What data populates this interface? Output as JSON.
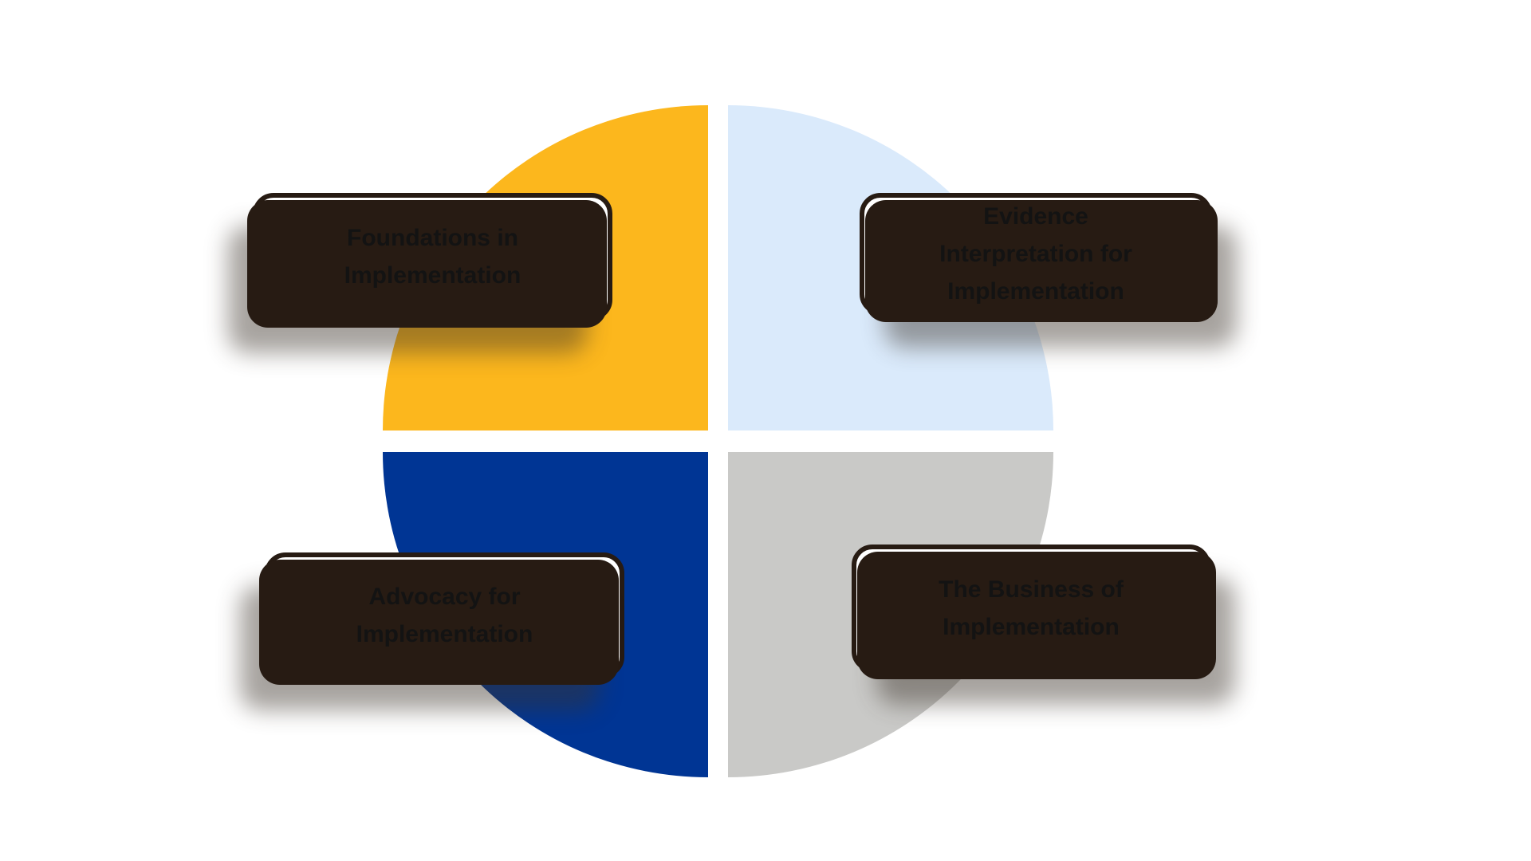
{
  "colors": {
    "background": "#ffffff",
    "card_background": "#ffffff",
    "card_border": "#271b13",
    "text": "#131313",
    "quadrant_top_left": "#fcb71d",
    "quadrant_top_right": "#daeafb",
    "quadrant_bottom_left": "#003594",
    "quadrant_bottom_right": "#c9c9c7"
  },
  "quadrants": [
    {
      "id": "top-left",
      "color": "#fcb71d",
      "label": "Foundations in Implementation",
      "lines": [
        "Foundations in",
        "Implementation"
      ]
    },
    {
      "id": "top-right",
      "color": "#daeafb",
      "label": "Evidence Interpretation for Implementation",
      "lines": [
        "Evidence",
        "Interpretation for",
        "Implementation"
      ]
    },
    {
      "id": "bottom-left",
      "color": "#003594",
      "label": "Advocacy for Implementation",
      "lines": [
        "Advocacy for",
        "Implementation"
      ]
    },
    {
      "id": "bottom-right",
      "color": "#c9c9c7",
      "label": "The Business of Implementation",
      "lines": [
        "The Business of",
        "Implementation"
      ]
    }
  ]
}
